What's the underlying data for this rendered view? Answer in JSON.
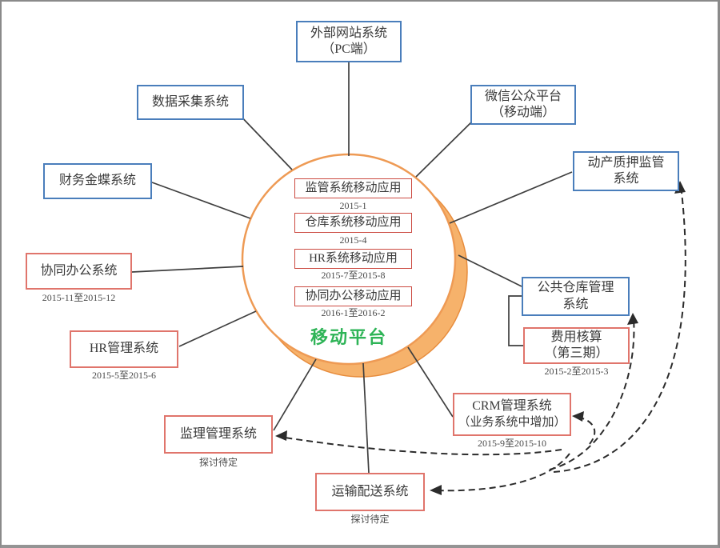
{
  "diagram": {
    "center_platform": {
      "label": "移动平台",
      "apps": [
        {
          "label": "监管系统移动应用",
          "date": "2015-1"
        },
        {
          "label": "仓库系统移动应用",
          "date": "2015-4"
        },
        {
          "label": "HR系统移动应用",
          "date": "2015-7至2015-8"
        },
        {
          "label": "协同办公移动应用",
          "date": "2016-1至2016-2"
        }
      ]
    },
    "nodes": [
      {
        "id": "external-website",
        "line1": "外部网站系统",
        "line2": "（PC端）"
      },
      {
        "id": "data-collection",
        "line1": "数据采集系统"
      },
      {
        "id": "wechat-platform",
        "line1": "微信公众平台",
        "line2": "（移动端）"
      },
      {
        "id": "finance-kingdee",
        "line1": "财务金蝶系统"
      },
      {
        "id": "movable-pledge",
        "line1": "动产质押监管",
        "line2": "系统"
      },
      {
        "id": "collab-office",
        "line1": "协同办公系统",
        "caption": "2015-11至2015-12"
      },
      {
        "id": "public-warehouse",
        "line1": "公共仓库管理",
        "line2": "系统"
      },
      {
        "id": "expense-accounting",
        "line1": "费用核算",
        "line2": "（第三期）",
        "caption": "2015-2至2015-3"
      },
      {
        "id": "hr-management",
        "line1": "HR管理系统",
        "caption": "2015-5至2015-6"
      },
      {
        "id": "crm",
        "line1": "CRM管理系统",
        "line2": "（业务系统中增加）",
        "caption": "2015-9至2015-10"
      },
      {
        "id": "supervision",
        "line1": "监理管理系统",
        "caption": "探讨待定"
      },
      {
        "id": "transport",
        "line1": "运输配送系统",
        "caption": "探讨待定"
      }
    ],
    "colors": {
      "blue_system_border": "#4a7ebb",
      "red_system_border": "#e0756c",
      "mobile_app_border": "#cb4a41",
      "platform_circle_stroke": "#ee9a54",
      "platform_circle_shadow": "#f6b26b",
      "connector_line": "#3f3f3f",
      "platform_label_color": "#2eb457"
    }
  }
}
